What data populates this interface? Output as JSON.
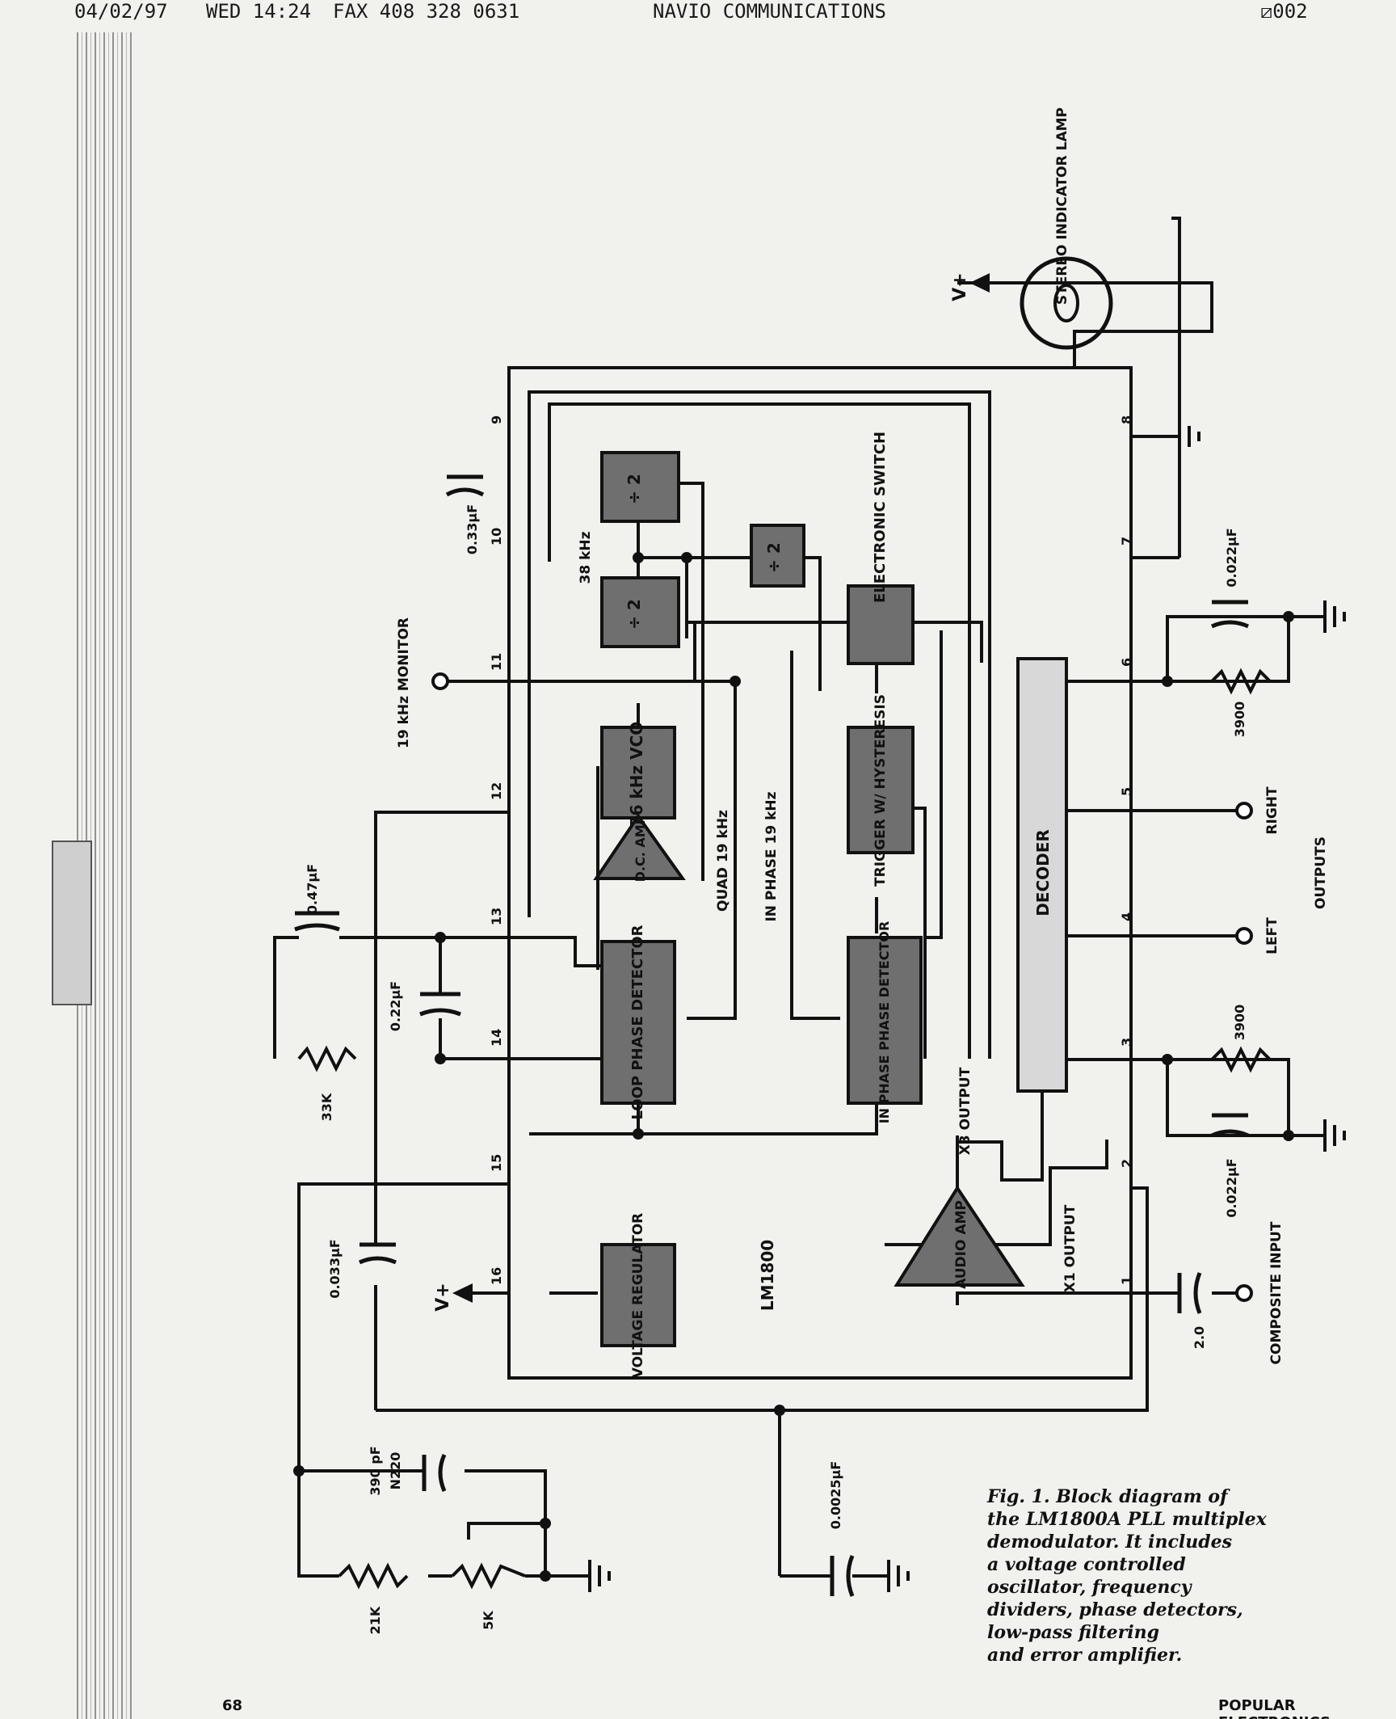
{
  "fax_header": {
    "date": "04/02/97",
    "day_time": "WED 14:24",
    "fax": "FAX 408 328 0631",
    "company": "NAVIO COMMUNICATIONS",
    "page": "⧄002"
  },
  "blocks": {
    "div_top": "÷ 2",
    "div_mid": "÷ 2",
    "div_right": "÷ 2",
    "electronic_switch": "ELECTRONIC SWITCH",
    "vco": "76 kHz VCO",
    "trigger": "TRIGGER W/ HYSTERESIS",
    "dc_amp": "D.C. AMP",
    "loop_phase_detector": "LOOP PHASE DETECTOR",
    "inphase_phase_detector": "IN PHASE PHASE DETECTOR",
    "decoder": "DECODER",
    "voltage_regulator": "VOLTAGE REGULATOR",
    "audio_amp": "AUDIO AMP",
    "chip": "LM1800"
  },
  "signals": {
    "khz38": "38 kHz",
    "quad": "QUAD 19 kHz",
    "in_phase": "IN PHASE 19 kHz",
    "x3_output": "X3 OUTPUT",
    "x1_output": "X1 OUTPUT",
    "vplus": "V+",
    "vplus_reg": "V+",
    "monitor": "19 kHz MONITOR",
    "stereo_lamp": "STEREO INDICATOR LAMP",
    "composite": "COMPOSITE INPUT",
    "right": "RIGHT",
    "left": "LEFT",
    "outputs": "OUTPUTS"
  },
  "pins": [
    "1",
    "2",
    "3",
    "4",
    "5",
    "6",
    "7",
    "8",
    "9",
    "10",
    "11",
    "12",
    "13",
    "14",
    "15",
    "16"
  ],
  "components": {
    "c_033": "0.33µF",
    "c_047": "0.47µF",
    "c_022_inner": "0.22µF",
    "r_33k": "33K",
    "c_0033": "0.033µF",
    "c_390pf": "390 pF",
    "n220": "N220",
    "r_21k": "21K",
    "r_5k": "5K",
    "c_00025": "0.0025µF",
    "c_022_top": "0.022µF",
    "r_3900_top": "3900",
    "r_3900_bottom": "3900",
    "c_022_bottom": "0.022µF",
    "c_20": "2.0"
  },
  "caption": [
    "Fig. 1. Block diagram of",
    "the LM1800A PLL multiplex",
    "demodulator. It includes",
    "a voltage controlled",
    "oscillator, frequency",
    "dividers, phase detectors,",
    "low-pass filtering",
    "and error amplifier."
  ],
  "footer": {
    "page_number": "68",
    "magazine": "POPULAR ELECTRONICS"
  },
  "colors": {
    "block_fill": "#6f6f6f",
    "line": "#111111",
    "paper": "#f1f1ee"
  }
}
